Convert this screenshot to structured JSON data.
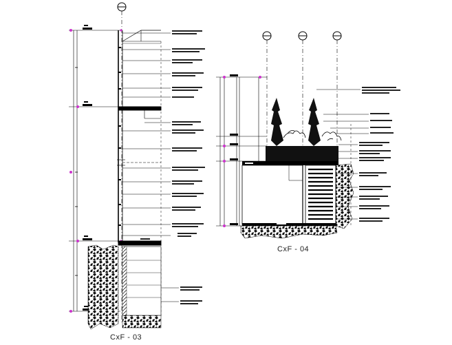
{
  "sections": [
    {
      "id": "cxf-03",
      "caption": "CxF - 03"
    },
    {
      "id": "cxf-04",
      "caption": "CxF - 04"
    }
  ],
  "colors": {
    "line": "#000000",
    "marker": "#cc33cc",
    "soil": "#111111",
    "paper": "#ffffff"
  },
  "grid_markers": {
    "cxf_03": 1,
    "cxf_04": 3
  }
}
